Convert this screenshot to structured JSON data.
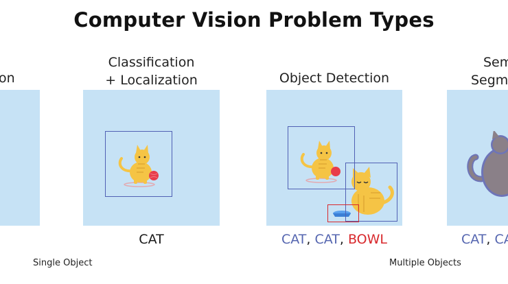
{
  "title": "Computer Vision Problem Types",
  "panels": [
    {
      "caption_lines": [
        "on"
      ],
      "label_parts": []
    },
    {
      "caption_lines": [
        "Classification",
        "+ Localization"
      ],
      "label_parts": [
        {
          "text": "CAT",
          "color": "dark"
        }
      ]
    },
    {
      "caption_lines": [
        "Object Detection"
      ],
      "label_parts": [
        {
          "text": "CAT",
          "color": "blue"
        },
        {
          "text": ", ",
          "color": "dark"
        },
        {
          "text": "CAT",
          "color": "blue"
        },
        {
          "text": ", ",
          "color": "dark"
        },
        {
          "text": "BOWL",
          "color": "red"
        }
      ]
    },
    {
      "caption_lines": [
        "Sem",
        "Segm"
      ],
      "label_parts": [
        {
          "text": "CAT",
          "color": "blue"
        },
        {
          "text": ", ",
          "color": "dark"
        },
        {
          "text": "CA",
          "color": "blue"
        }
      ]
    }
  ],
  "footer": {
    "single": "Single Object",
    "multiple": "Multiple Objects"
  },
  "colors": {
    "panel_bg": "#c6e2f5",
    "box_blue": "#5060b4",
    "box_red": "#d8282c",
    "cat_orange": "#f5c445",
    "bowl_blue": "#3b7fd6"
  }
}
